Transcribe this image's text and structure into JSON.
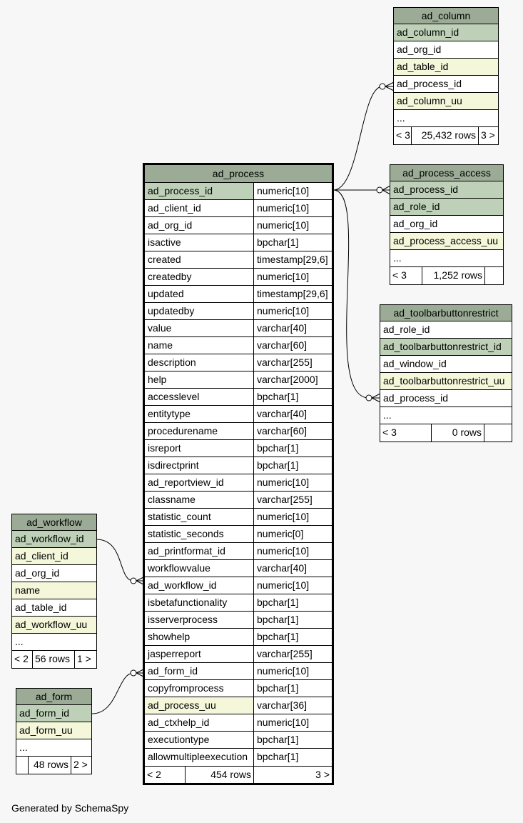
{
  "tables": {
    "ad_column": {
      "name": "ad_column",
      "rows": [
        "ad_column_id",
        "ad_org_id",
        "ad_table_id",
        "ad_process_id",
        "ad_column_uu",
        "..."
      ],
      "footer": [
        "< 3",
        "25,432 rows",
        "3 >"
      ]
    },
    "ad_process_access": {
      "name": "ad_process_access",
      "rows": [
        "ad_process_id",
        "ad_role_id",
        "ad_org_id",
        "ad_process_access_uu",
        "..."
      ],
      "footer": [
        "< 3",
        "1,252 rows",
        ""
      ]
    },
    "ad_toolbarbuttonrestrict": {
      "name": "ad_toolbarbuttonrestrict",
      "rows": [
        "ad_role_id",
        "ad_toolbarbuttonrestrict_id",
        "ad_window_id",
        "ad_toolbarbuttonrestrict_uu",
        "ad_process_id",
        "..."
      ],
      "footer": [
        "< 3",
        "0 rows",
        ""
      ]
    },
    "ad_workflow": {
      "name": "ad_workflow",
      "rows": [
        "ad_workflow_id",
        "ad_client_id",
        "ad_org_id",
        "name",
        "ad_table_id",
        "ad_workflow_uu",
        "..."
      ],
      "footer": [
        "< 2",
        "56 rows",
        "1 >"
      ]
    },
    "ad_form": {
      "name": "ad_form",
      "rows": [
        "ad_form_id",
        "ad_form_uu",
        "..."
      ],
      "footer": [
        "",
        "48 rows",
        "2 >"
      ]
    },
    "ad_process": {
      "name": "ad_process",
      "columns": [
        [
          "ad_process_id",
          "numeric[10]"
        ],
        [
          "ad_client_id",
          "numeric[10]"
        ],
        [
          "ad_org_id",
          "numeric[10]"
        ],
        [
          "isactive",
          "bpchar[1]"
        ],
        [
          "created",
          "timestamp[29,6]"
        ],
        [
          "createdby",
          "numeric[10]"
        ],
        [
          "updated",
          "timestamp[29,6]"
        ],
        [
          "updatedby",
          "numeric[10]"
        ],
        [
          "value",
          "varchar[40]"
        ],
        [
          "name",
          "varchar[60]"
        ],
        [
          "description",
          "varchar[255]"
        ],
        [
          "help",
          "varchar[2000]"
        ],
        [
          "accesslevel",
          "bpchar[1]"
        ],
        [
          "entitytype",
          "varchar[40]"
        ],
        [
          "procedurename",
          "varchar[60]"
        ],
        [
          "isreport",
          "bpchar[1]"
        ],
        [
          "isdirectprint",
          "bpchar[1]"
        ],
        [
          "ad_reportview_id",
          "numeric[10]"
        ],
        [
          "classname",
          "varchar[255]"
        ],
        [
          "statistic_count",
          "numeric[10]"
        ],
        [
          "statistic_seconds",
          "numeric[0]"
        ],
        [
          "ad_printformat_id",
          "numeric[10]"
        ],
        [
          "workflowvalue",
          "varchar[40]"
        ],
        [
          "ad_workflow_id",
          "numeric[10]"
        ],
        [
          "isbetafunctionality",
          "bpchar[1]"
        ],
        [
          "isserverprocess",
          "bpchar[1]"
        ],
        [
          "showhelp",
          "bpchar[1]"
        ],
        [
          "jasperreport",
          "varchar[255]"
        ],
        [
          "ad_form_id",
          "numeric[10]"
        ],
        [
          "copyfromprocess",
          "bpchar[1]"
        ],
        [
          "ad_process_uu",
          "varchar[36]"
        ],
        [
          "ad_ctxhelp_id",
          "numeric[10]"
        ],
        [
          "executiontype",
          "bpchar[1]"
        ],
        [
          "allowmultipleexecution",
          "bpchar[1]"
        ]
      ],
      "footer": [
        "< 2",
        "454 rows",
        "3 >"
      ]
    }
  },
  "footer_text": "Generated by SchemaSpy",
  "colors": {
    "header": "#9bab96",
    "primary_key": "#bed1b8",
    "indexed": "#f4f7da",
    "background": "#f7f7f7"
  }
}
